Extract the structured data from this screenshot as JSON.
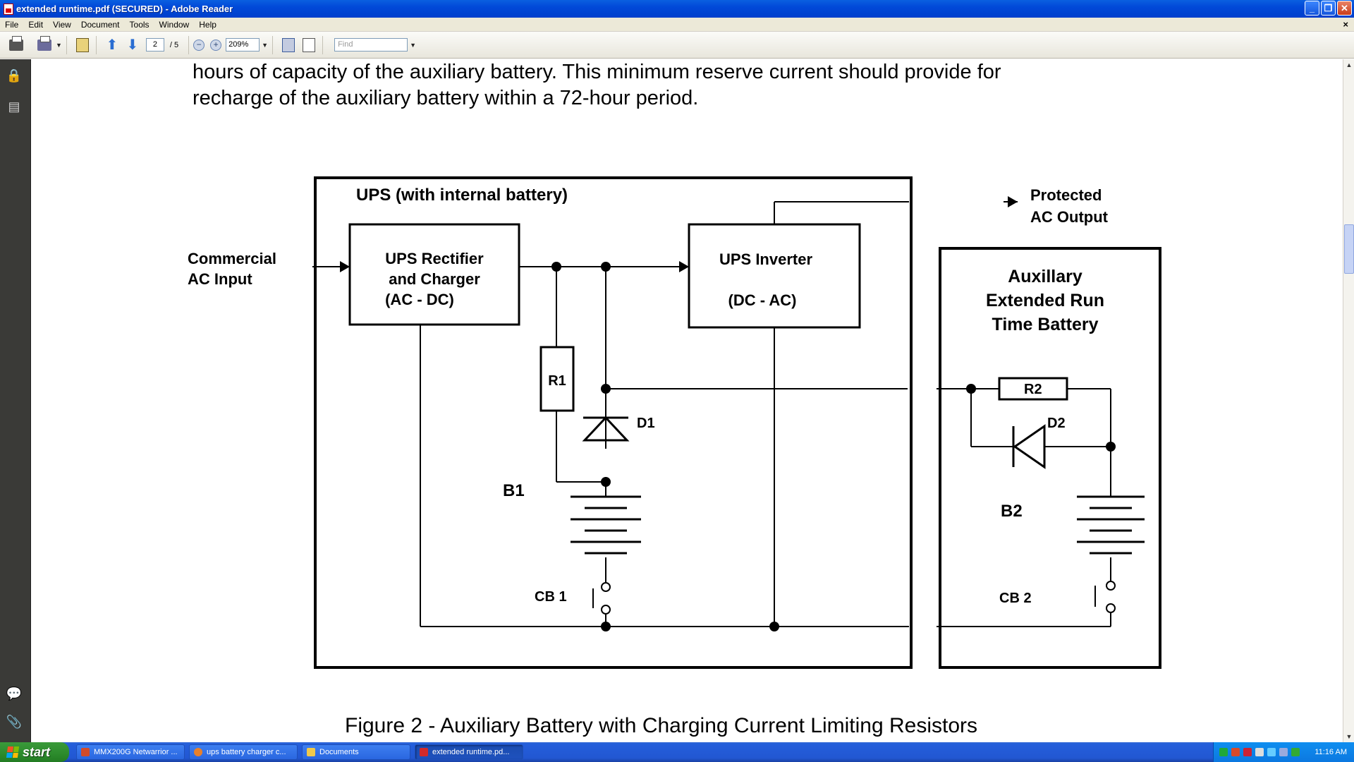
{
  "window": {
    "title": "extended runtime.pdf (SECURED) - Adobe Reader",
    "controls": [
      "minimize",
      "restore",
      "close"
    ]
  },
  "menu": {
    "items": [
      "File",
      "Edit",
      "View",
      "Document",
      "Tools",
      "Window",
      "Help"
    ],
    "doc_close": "×"
  },
  "toolbar": {
    "page_current": "2",
    "page_total": "/ 5",
    "zoom": "209%",
    "find_placeholder": "Find"
  },
  "document": {
    "body_line1": "hours of capacity of the auxiliary battery.  This minimum reserve current should provide for",
    "body_line2": "recharge of the auxiliary battery within a 72-hour period.",
    "caption": "Figure 2 - Auxiliary Battery with Charging Current Limiting Resistors"
  },
  "diagram": {
    "ups_title": "UPS (with internal battery)",
    "input_label_1": "Commercial",
    "input_label_2": "AC Input",
    "rectifier_1": "UPS Rectifier",
    "rectifier_2": "and Charger",
    "rectifier_3": "(AC - DC)",
    "inverter_1": "UPS Inverter",
    "inverter_2": "(DC - AC)",
    "output_1": "Protected",
    "output_2": "AC Output",
    "aux_1": "Auxillary",
    "aux_2": "Extended Run",
    "aux_3": "Time Battery",
    "r1": "R1",
    "d1": "D1",
    "b1": "B1",
    "cb1": "CB 1",
    "r2": "R2",
    "d2": "D2",
    "b2": "B2",
    "cb2": "CB 2"
  },
  "taskbar": {
    "start": "start",
    "tasks": [
      {
        "label": "MMX200G Netwarrior ...",
        "color": "#d24b2a"
      },
      {
        "label": "ups battery charger c...",
        "color": "#e8802a"
      },
      {
        "label": "Documents",
        "color": "#f0c94a"
      },
      {
        "label": "extended runtime.pd...",
        "color": "#d22a2a"
      }
    ],
    "clock": "11:16 AM"
  }
}
